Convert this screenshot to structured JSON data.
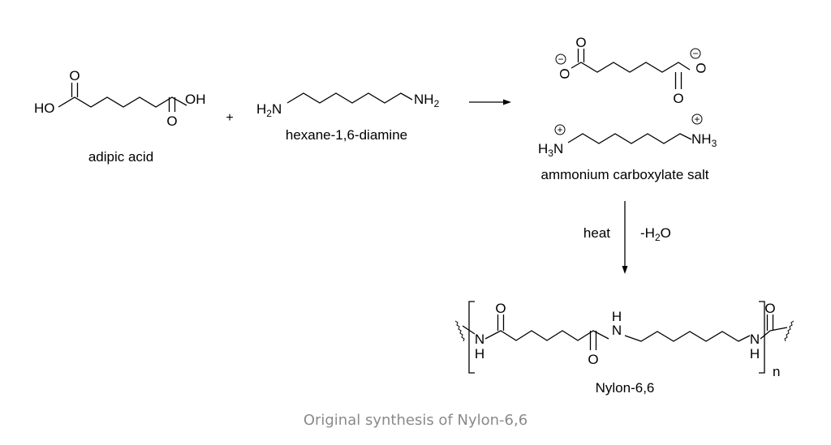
{
  "atoms": {
    "O": "O",
    "OH": "OH",
    "HO": "HO",
    "N": "N",
    "H": "H",
    "H2N": "H",
    "NH2": "NH",
    "H3N": "H",
    "NH3": "NH",
    "sub2": "2",
    "sub3": "3",
    "subN": "N",
    "plus_sign": "+",
    "minus_sign": "−",
    "plus_charge": "+",
    "n": "n"
  },
  "labels": {
    "reactant1": "adipic acid",
    "reactant2": "hexane-1,6-diamine",
    "salt": "ammonium carboxylate salt",
    "product": "Nylon-6,6",
    "condition_left": "heat",
    "condition_right_prefix": "-H",
    "condition_right_sub": "2",
    "condition_right_suffix": "O"
  },
  "caption": "Original synthesis of Nylon-6,6"
}
